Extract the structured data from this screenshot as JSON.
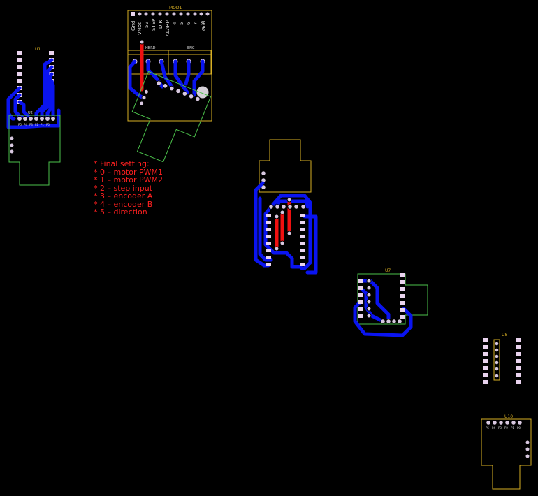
{
  "components": {
    "u1": "U1",
    "u2": "U2",
    "u7": "U7",
    "u8": "U8",
    "u10": "U10",
    "mod1": "MOD1",
    "hbrd": "HBRD",
    "enc": "ENC",
    "mod1_pins": [
      "Gnd",
      "VMot",
      "5V",
      "STEP",
      "DIR",
      "ALARM",
      "4",
      "5",
      "6",
      "7",
      "8",
      "Gnd"
    ]
  },
  "pin_labels": [
    "P5",
    "P4",
    "P3",
    "P2",
    "P1",
    "P0"
  ],
  "note": [
    "* Final setting:",
    " * 0 – motor PWM1",
    " * 1 – motor PWM2",
    " * 2 – step input",
    " * 3 – encoder A",
    " * 4 – encoder B",
    " * 5 – direction"
  ],
  "colors": {
    "background": "#000000",
    "bottom_copper": "#0a14f0",
    "top_copper": "#f01010",
    "silkscreen": "#d9b024",
    "outline": "#4cc24c",
    "pads": "#e9d3ee"
  }
}
